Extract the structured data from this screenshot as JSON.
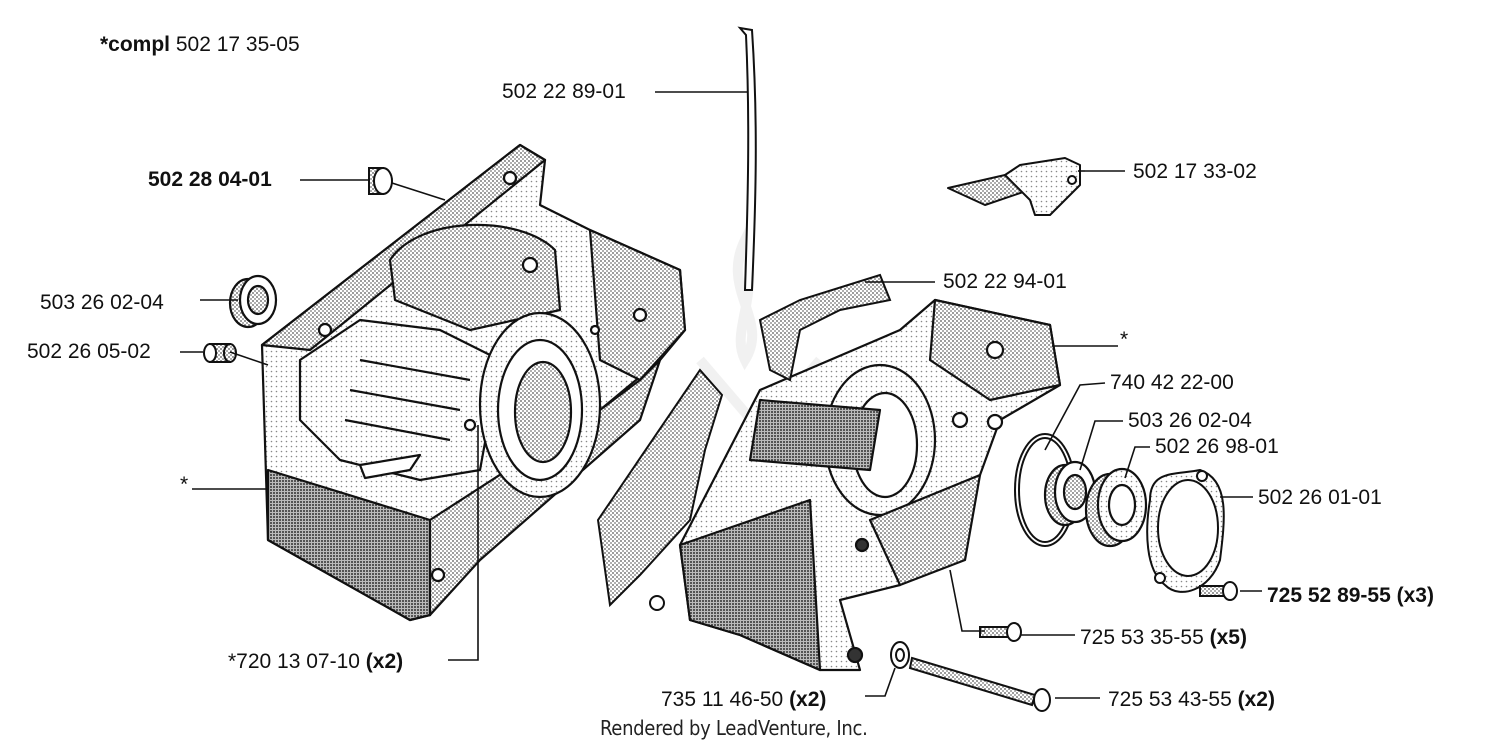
{
  "header": {
    "compl_prefix": "*compl",
    "compl_part": "502 17 35-05"
  },
  "labels": {
    "chain_oil_pipe": "502 22 89-01",
    "plug": "502 28 04-01",
    "seal_left": "503 26 02-04",
    "bushing_left": "502 26 05-02",
    "star_left": "*",
    "screw_left": "*720 13 07-10",
    "screw_left_qty": "(x2)",
    "bracket": "502 17 33-02",
    "gasket": "502 22 94-01",
    "star_right": "*",
    "spring_ring": "740 42 22-00",
    "seal_right": "503 26 02-04",
    "bearing_ring": "502 26 98-01",
    "cover": "502 26 01-01",
    "screw_cover": "725 52 89-55",
    "screw_cover_qty": "(x3)",
    "screw_mid": "725 53 35-55",
    "screw_mid_qty": "(x5)",
    "washer": "735 11 46-50",
    "washer_qty": "(x2)",
    "bolt_long": "725 53 43-55",
    "bolt_long_qty": "(x2)"
  },
  "footer": {
    "credit": "Rendered by LeadVenture, Inc."
  },
  "colors": {
    "ink": "#111111",
    "shade": "#9a9a9a",
    "watermark": "#e6e6e6"
  }
}
